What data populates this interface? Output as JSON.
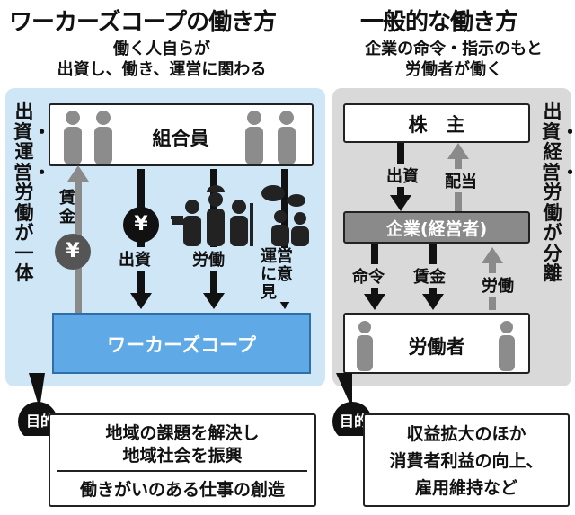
{
  "left": {
    "title": "ワーカーズコープの働き方",
    "subtitle_1": "働く人自らが",
    "subtitle_2": "出資し、働き、運営に関わる",
    "side_label": "出資・運営・労働が一体",
    "members": "組合員",
    "wage_label": "賃金",
    "yen": "¥",
    "arrow_invest": "出資",
    "arrow_labor": "労働",
    "arrow_opinion": "運営に意見",
    "coop": "ワーカーズコープ",
    "purpose_tag": "目的",
    "purpose_1": "地域の課題を解決し",
    "purpose_2": "地域社会を振興",
    "purpose_3": "働きがいのある仕事の創造"
  },
  "right": {
    "title": "一般的な働き方",
    "subtitle_1": "企業の命令・指示のもと",
    "subtitle_2": "労働者が働く",
    "side_label": "出資・経営・労働が分離",
    "shareholders": "株　主",
    "arrow_invest": "出資",
    "arrow_dividend": "配当",
    "company": "企業(経営者)",
    "arrow_order": "命令",
    "arrow_wage": "賃金",
    "arrow_labor": "労働",
    "workers": "労働者",
    "purpose_tag": "目的",
    "purpose_1": "収益拡大のほか",
    "purpose_2": "消費者利益の向上、",
    "purpose_3": "雇用維持など"
  },
  "colors": {
    "left_panel": "#cfe6f7",
    "coop_box": "#5ea9e6",
    "right_panel": "#d9d9d9",
    "company_box": "#8a8a8a",
    "person": "#8c8c8c",
    "arrow_dark": "#111111",
    "arrow_gray": "#8a8a8a"
  }
}
